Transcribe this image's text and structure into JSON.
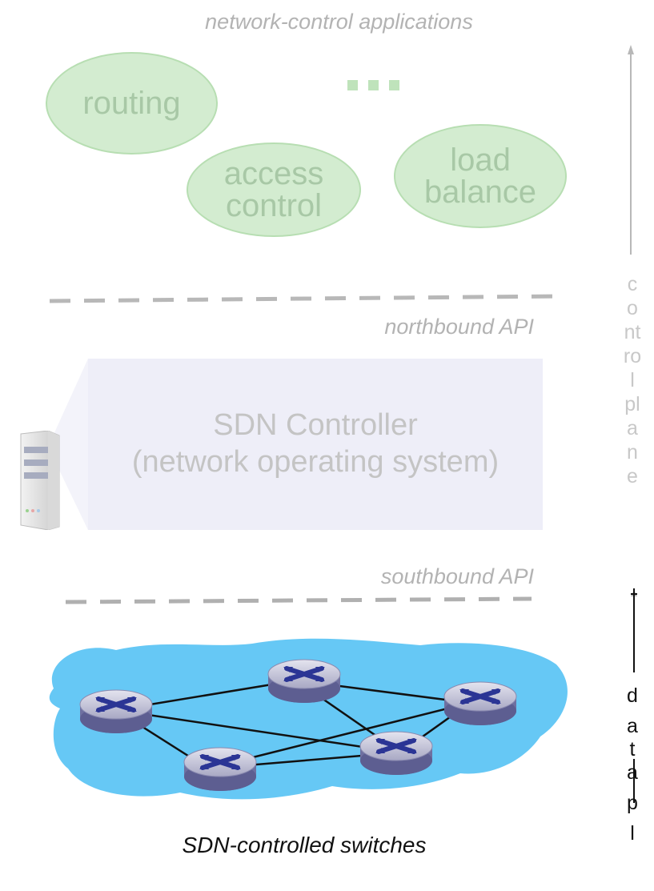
{
  "top_title": "network-control applications",
  "apps": [
    {
      "lines": [
        "routing"
      ]
    },
    {
      "lines": [
        "access",
        "control"
      ]
    },
    {
      "lines": [
        "load",
        "balance"
      ]
    }
  ],
  "ellipsis": "...",
  "northbound_api": "northbound API",
  "southbound_api": "southbound API",
  "controller": {
    "title": "SDN Controller",
    "subtitle": "(network operating system)"
  },
  "control_plane_label": [
    "c",
    "o",
    "nt",
    "ro",
    "l",
    "pl",
    "a",
    "n",
    "e"
  ],
  "data_plane_label": [
    "d",
    "a",
    "t",
    "a",
    "p",
    "l"
  ],
  "switches_label": "SDN-controlled switches",
  "colors": {
    "app_fill": "#d3ecd0",
    "cloud_fill": "#66c8f5",
    "router_fill": "#b0b0cc",
    "router_mark": "#2b3595"
  },
  "icons": [
    "server-icon",
    "router-icon",
    "up-arrow-icon",
    "up-down-arrow-icon"
  ]
}
